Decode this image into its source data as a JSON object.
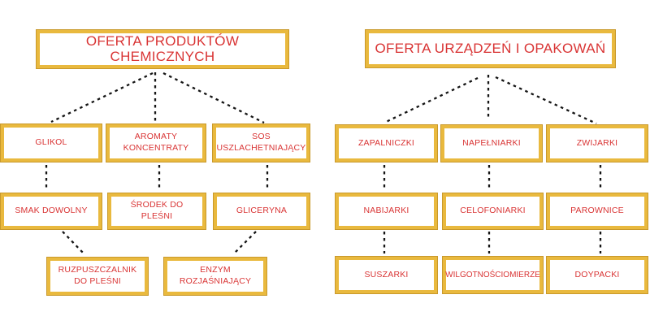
{
  "colors": {
    "box_border": "#E9B93E",
    "box_border_rim": "#C9992B",
    "text_red": "#D93434",
    "connector": "#151515",
    "box_fill": "#FFFFFF",
    "background": "#FFFFFF"
  },
  "left_tree": {
    "title": "OFERTA PRODUKTÓW CHEMICZNYCH",
    "nodes": {
      "glikol": "GLIKOL",
      "aromaty": "AROMATY KONCENTRATY",
      "sos": "SOS USZLACHETNIAJĄCY",
      "smak": "SMAK DOWOLNY",
      "srodek": "ŚRODEK DO PLEŚNI",
      "gliceryna": "GLICERYNA",
      "ruzpuszczalnik": "RUZPUSZCZALNIK DO PLEŚNI",
      "enzym": "ENZYM ROZJAŚNIAJĄCY"
    },
    "edges": [
      [
        "title",
        "glikol"
      ],
      [
        "title",
        "aromaty"
      ],
      [
        "title",
        "sos"
      ],
      [
        "glikol",
        "smak"
      ],
      [
        "aromaty",
        "srodek"
      ],
      [
        "sos",
        "gliceryna"
      ],
      [
        "smak",
        "ruzpuszczalnik"
      ],
      [
        "gliceryna",
        "enzym"
      ]
    ]
  },
  "right_tree": {
    "title": "OFERTA URZĄDZEŃ I OPAKOWAŃ",
    "nodes": {
      "zapalniczki": "ZAPALNICZKI",
      "napelniarki": "NAPEŁNIARKI",
      "zwijarki": "ZWIJARKI",
      "nabijarki": "NABIJARKI",
      "celofoniarki": "CELOFONIARKI",
      "parownice": "PAROWNICE",
      "suszarki": "SUSZARKI",
      "wilgotnosciomierze": "WILGOTNOŚCIOMIERZE",
      "doypacki": "DOYPACKI"
    },
    "edges": [
      [
        "title",
        "zapalniczki"
      ],
      [
        "title",
        "napelniarki"
      ],
      [
        "title",
        "zwijarki"
      ],
      [
        "zapalniczki",
        "nabijarki"
      ],
      [
        "napelniarki",
        "celofoniarki"
      ],
      [
        "zwijarki",
        "parownice"
      ],
      [
        "nabijarki",
        "suszarki"
      ],
      [
        "celofoniarki",
        "wilgotnosciomierze"
      ],
      [
        "parownice",
        "doypacki"
      ]
    ]
  }
}
